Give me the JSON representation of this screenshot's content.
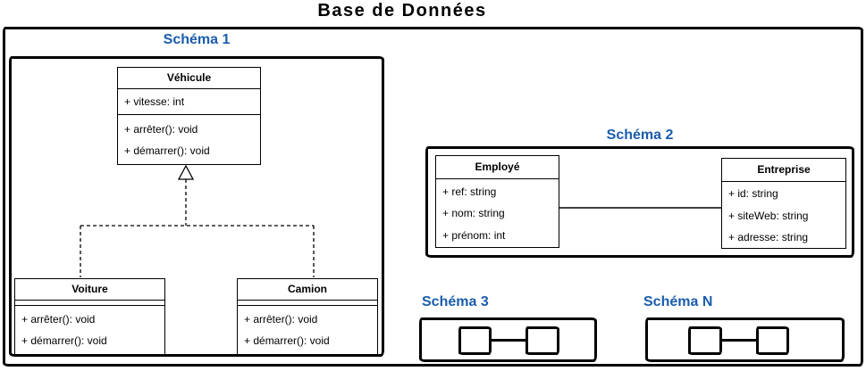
{
  "page_title": "Base de Données",
  "colors": {
    "label_blue": "#1b5cad",
    "line_black": "#000000",
    "background": "#ffffff"
  },
  "schema1": {
    "label": "Schéma 1",
    "classes": {
      "vehicule": {
        "name": "Véhicule",
        "attributes": [
          "+ vitesse: int"
        ],
        "methods": [
          "+ arrêter(): void",
          "+ démarrer(): void"
        ]
      },
      "voiture": {
        "name": "Voiture",
        "attributes": [],
        "methods": [
          "+ arrêter(): void",
          "+ démarrer(): void"
        ]
      },
      "camion": {
        "name": "Camion",
        "attributes": [],
        "methods": [
          "+ arrêter(): void",
          "+ démarrer(): void"
        ]
      }
    }
  },
  "schema2": {
    "label": "Schéma 2",
    "classes": {
      "employe": {
        "name": "Employé",
        "attributes": [
          "+ ref: string",
          "+ nom: string",
          "+ prénom: int"
        ]
      },
      "entreprise": {
        "name": "Entreprise",
        "attributes": [
          "+ id: string",
          "+ siteWeb: string",
          "+ adresse: string"
        ]
      }
    }
  },
  "schema3": {
    "label": "Schéma 3"
  },
  "schemaN": {
    "label": "Schéma N"
  },
  "relations": [
    {
      "type": "generalization",
      "from": "Voiture",
      "to": "Véhicule",
      "style": "dashed-hollow-triangle"
    },
    {
      "type": "generalization",
      "from": "Camion",
      "to": "Véhicule",
      "style": "dashed-hollow-triangle"
    },
    {
      "type": "association",
      "from": "Employé",
      "to": "Entreprise",
      "style": "solid-line"
    },
    {
      "type": "association",
      "from": "schema3-box-left",
      "to": "schema3-box-right",
      "style": "thick-line"
    },
    {
      "type": "association",
      "from": "schemaN-box-left",
      "to": "schemaN-box-right",
      "style": "thick-line"
    }
  ]
}
